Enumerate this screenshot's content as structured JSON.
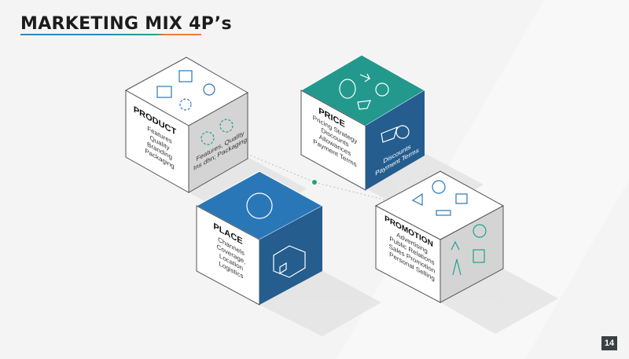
{
  "title": "MARKETING MIX 4P’s",
  "page_number": "14",
  "colors": {
    "teal": "#23998e",
    "blue": "#2a77b8",
    "dark_blue": "#245d8e",
    "white": "#ffffff",
    "grey": "#d2d2d2",
    "accent_green": "#1fa38a"
  },
  "cubes": {
    "product": {
      "heading": "PRODUCT",
      "items": [
        "Features",
        "Quality",
        "Branding",
        "Packaging"
      ],
      "side_text": [
        "Features, Quality",
        "Ins dhn; Packaging"
      ],
      "top_icons": [
        "gift-box-icon",
        "package-icon",
        "gear-icon",
        "lightbulb-icon"
      ],
      "side_icons": [
        "gears-icon"
      ]
    },
    "price": {
      "heading": "PRICE",
      "items": [
        "Pricing Strategy",
        "Discounts",
        "Allowances",
        "Payment Terms"
      ],
      "side_text": [
        "Discounts",
        "Payment Terms"
      ],
      "top_icons": [
        "coins-icon",
        "arrow-icon",
        "dollar-icon",
        "cart-icon"
      ],
      "side_icons": [
        "discount-cart-icon"
      ]
    },
    "place": {
      "heading": "PLACE",
      "items": [
        "Channels",
        "Coverage,",
        "Location",
        "Logistics"
      ],
      "top_icons": [
        "globe-pins-icon"
      ],
      "side_icons": [
        "warehouse-truck-icon"
      ]
    },
    "promotion": {
      "heading": "PROMOTION",
      "items": [
        "Advertising",
        "Public Relations",
        "Sales Promotion",
        "Personal Selling"
      ],
      "top_icons": [
        "megaphone-icon",
        "star-bubble-icon",
        "shopping-bag-icon",
        "broadcast-icon"
      ],
      "side_icons": [
        "antenna-icon",
        "star-bubble-icon",
        "shopping-bag-icon"
      ]
    }
  }
}
